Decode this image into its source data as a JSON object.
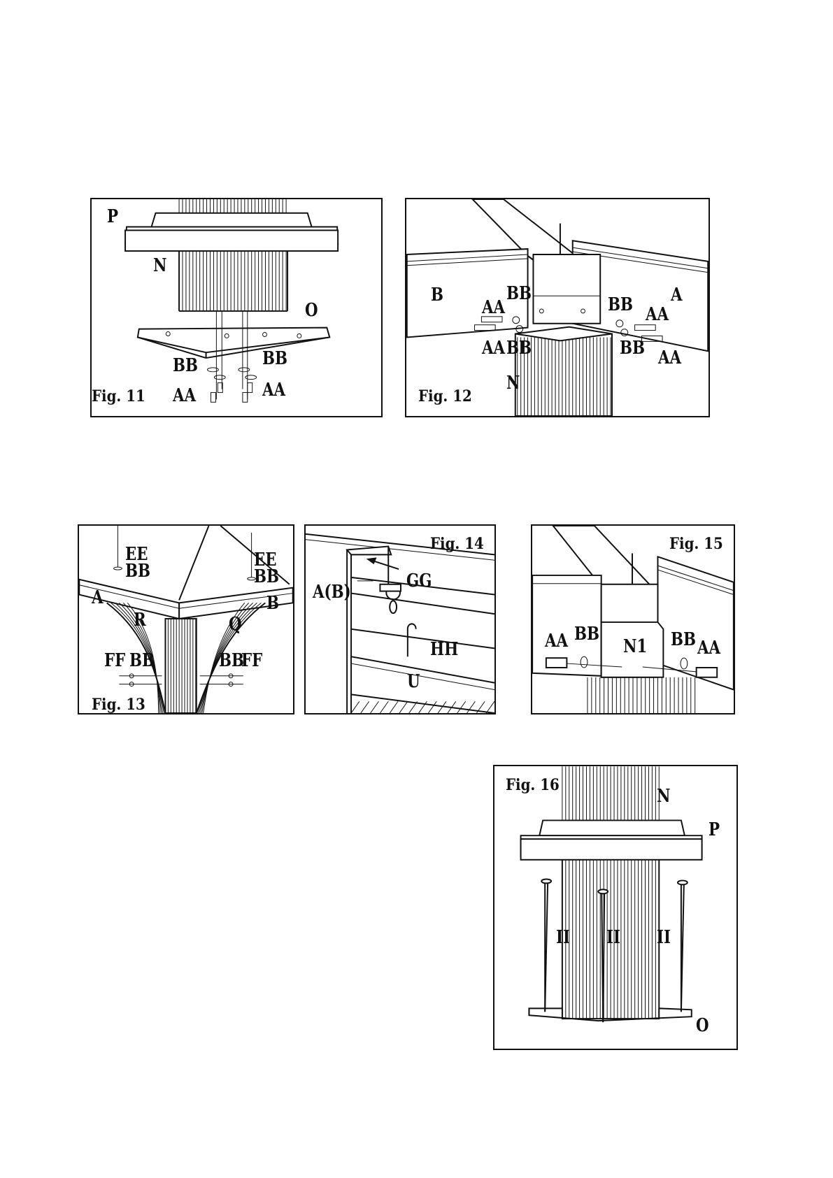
{
  "fig11": {
    "caption": "Fig. 11",
    "labels": {
      "p": "P",
      "n": "N",
      "o": "O",
      "bb_left": "BB",
      "bb_right": "BB",
      "aa_left": "AA",
      "aa_right": "AA"
    }
  },
  "fig12": {
    "caption": "Fig. 12",
    "labels": {
      "b": "B",
      "a": "A",
      "n": "N",
      "bb_tl": "BB",
      "aa_tl": "AA",
      "aa_bl": "AA",
      "bb_bl": "BB",
      "bb_tr": "BB",
      "aa_tr": "AA",
      "bb_br": "BB",
      "aa_br": "AA"
    }
  },
  "fig13": {
    "caption": "Fig. 13",
    "labels": {
      "ee_left": "EE",
      "bb_top_left": "BB",
      "ee_right": "EE",
      "bb_top_right": "BB",
      "a": "A",
      "b": "B",
      "r": "R",
      "q": "Q",
      "ff_left": "FF",
      "bb_bot_left": "BB",
      "bb_bot_right": "BB",
      "ff_right": "FF"
    }
  },
  "fig14": {
    "caption": "Fig. 14",
    "labels": {
      "ab": "A(B)",
      "gg": "GG",
      "hh": "HH",
      "u": "U"
    }
  },
  "fig15": {
    "caption": "Fig. 15",
    "labels": {
      "aa_left": "AA",
      "bb_left": "BB",
      "n1": "N1",
      "bb_right": "BB",
      "aa_right": "AA"
    }
  },
  "fig16": {
    "caption": "Fig. 16",
    "labels": {
      "n": "N",
      "p": "P",
      "ii_left": "II",
      "ii_mid": "II",
      "ii_right": "II",
      "o": "O"
    }
  }
}
